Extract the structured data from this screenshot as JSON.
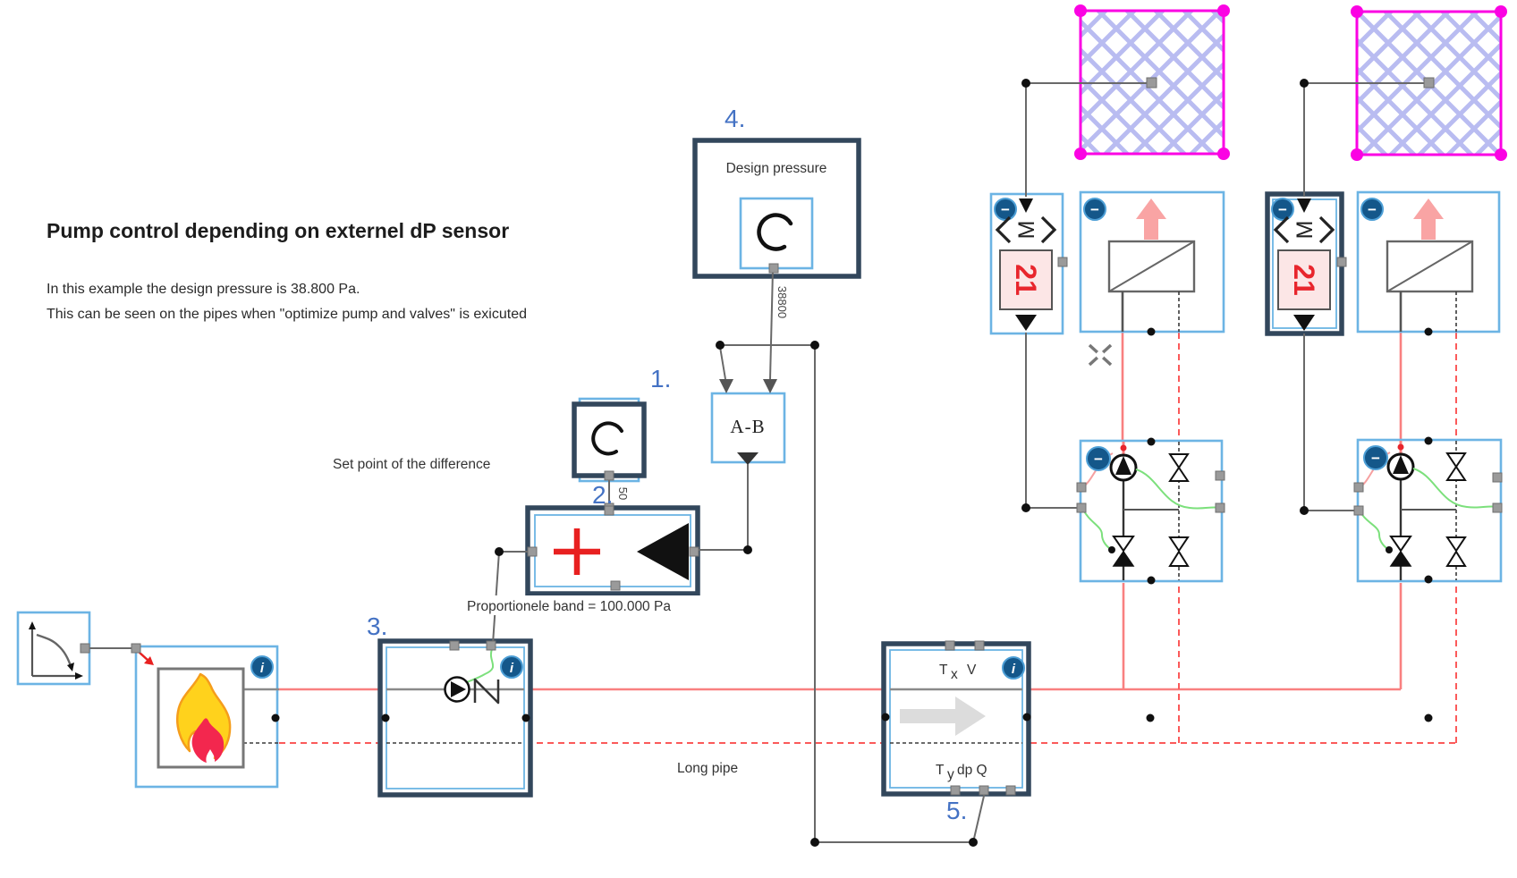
{
  "page": {
    "title": "Pump control depending on externel dP sensor",
    "description": [
      "In this example the design pressure is 38.800 Pa.",
      "This can be seen on the pipes when \"optimize pump and valves\" is exicuted"
    ]
  },
  "annotations": {
    "n1": "1.",
    "n2": "2.",
    "n3": "3.",
    "n4": "4.",
    "n5": "5."
  },
  "design_pressure": {
    "label": "Design pressure",
    "signal_value": "38800"
  },
  "setpoint": {
    "caption": "Set point of the difference",
    "signal_value": "50"
  },
  "controller": {
    "band_caption": "Proportionele band = 100.000 Pa"
  },
  "difference_block": {
    "label": "A-B"
  },
  "long_pipe": {
    "caption": "Long pipe",
    "port_top_t": "T",
    "port_top_sub": "x",
    "port_top_v": "V",
    "port_bottom_t": "T",
    "port_bottom_sub": "y",
    "port_bottom_rest": "dp Q"
  },
  "thermostat": {
    "setpoint": "21",
    "motor": "M"
  },
  "badges": {
    "info": "i",
    "minus": "−"
  },
  "colors": {
    "selection_border": "#32475c",
    "component_border": "#6cb4e4",
    "supply_pipe": "#f98080",
    "return_pipe": "#fb5a5a",
    "signal_wire": "#696969",
    "control_signal": "#7ce07c",
    "annotation_blue": "#4472c4",
    "zone_magenta": "#fb02e3",
    "zone_hatch": "#b9bcf1",
    "badge_blue": "#14578a",
    "alarm_red": "#e8262d"
  }
}
